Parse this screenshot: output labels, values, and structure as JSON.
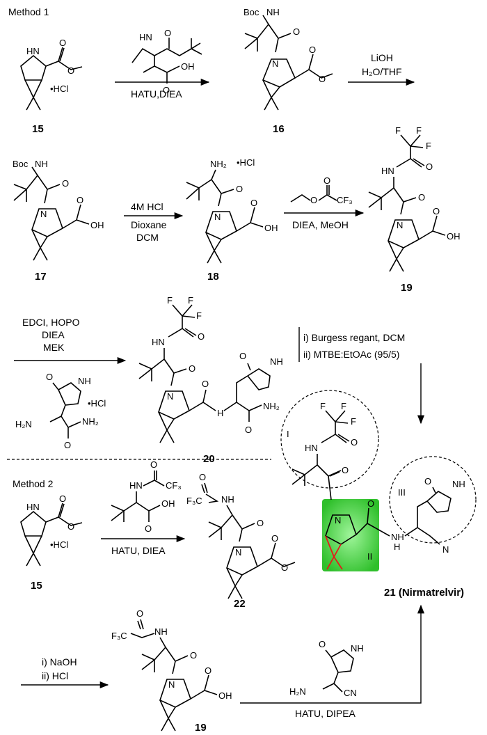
{
  "method1_label": "Method 1",
  "method2_label": "Method 2",
  "compounds": {
    "c15": "15",
    "c16": "16",
    "c17": "17",
    "c18": "18",
    "c19": "19",
    "c20": "20",
    "c21": "21 (Nirmatrelvir)",
    "c22": "22",
    "c15b": "15",
    "c19b": "19"
  },
  "reagents": {
    "step1": "HATU,DIEA",
    "step2_line1": "LiOH",
    "step2_line2": "H₂O/THF",
    "step3_line1": "4M HCl",
    "step3_line2": "Dioxane",
    "step3_line3": "DCM",
    "step4": "DIEA, MeOH",
    "step5_line1": "EDCI, HOPO",
    "step5_line2": "DIEA",
    "step5_line3": "MEK",
    "step6_line1": "i) Burgess regant, DCM",
    "step6_line2": "ii) MTBE:EtOAc (95/5)",
    "m2_step1": "HATU, DIEA",
    "m2_step2_line1": "i) NaOH",
    "m2_step2_line2": "ii) HCl",
    "m2_step3": "HATU, DIPEA"
  },
  "atoms": {
    "hcl": "•HCl",
    "boc": "Boc",
    "nh": "NH",
    "h_nh": "H",
    "n": "N",
    "o": "O",
    "oh": "OH",
    "nh2": "NH₂",
    "nh2_left": "H₂N",
    "f": "F",
    "cf3": "CF₃",
    "f3c": "F₃C",
    "hn": "HN",
    "cn": "CN",
    "region1": "I",
    "region2": "II",
    "region3": "III"
  },
  "colors": {
    "highlight": "#3ed23a",
    "red": "#e41a1a"
  }
}
